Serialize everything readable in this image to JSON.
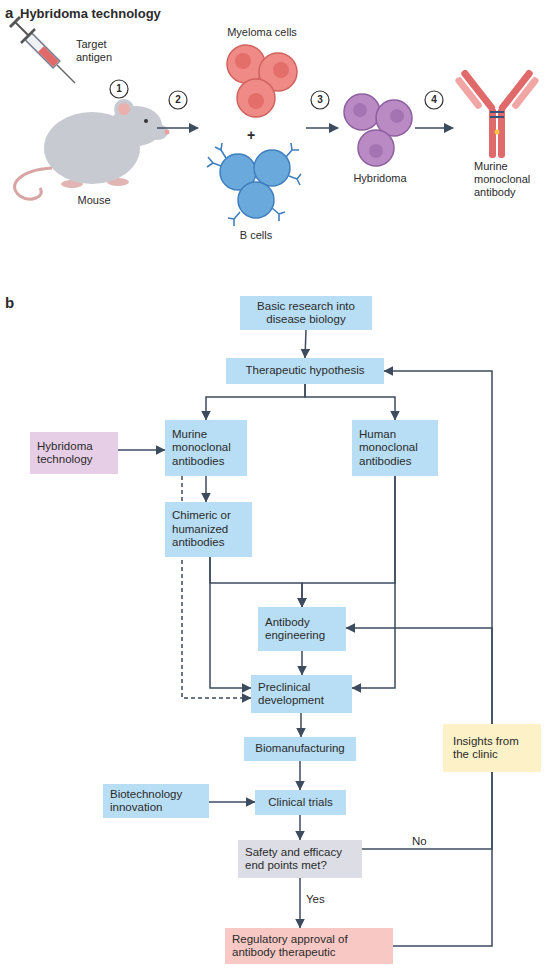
{
  "diagram": {
    "title": "Hybridoma technology",
    "nodes": [
      {
        "text": [
          "Basic research into disease biology"
        ]
      },
      {
        "text": [
          "Therapeutic hypothesis"
        ]
      },
      {
        "text": [
          "Hybridoma technology"
        ]
      },
      {
        "text": [
          "Murine monoclonal antibodies"
        ]
      },
      {
        "text": [
          "Human monoclonal antibodies"
        ]
      },
      {
        "text": [
          "Chimeric or humanized antibodies"
        ]
      },
      {
        "text": [
          "Antibody engineering"
        ]
      },
      {
        "text": [
          "Preclinical development"
        ]
      },
      {
        "text": [
          "Biomanufacturing"
        ]
      },
      {
        "text": [
          "Biotechnology innovation"
        ]
      },
      {
        "text": [
          "Clinical trials"
        ]
      },
      {
        "text": [
          "Safety and efficacy end points met?"
        ]
      },
      {
        "text": [
          "Regulatory approval of antibody therapeutic"
        ]
      },
      {
        "text": [
          "Insights from the clinic"
        ]
      }
    ],
    "edges": [
      {
        "from": 0,
        "to": 1,
        "arrow": "to"
      },
      {
        "from": 1,
        "to": 3,
        "arrow": "to"
      },
      {
        "from": 1,
        "to": 4,
        "arrow": "to"
      },
      {
        "from": 2,
        "to": 3,
        "arrow": "to"
      },
      {
        "from": 3,
        "to": 5,
        "arrow": "to"
      },
      {
        "from": 3,
        "to": 7,
        "arrow": "to"
      },
      {
        "from": 5,
        "to": 6,
        "arrow": "to"
      },
      {
        "from": 4,
        "to": 6,
        "arrow": "to"
      },
      {
        "from": 5,
        "to": 7,
        "arrow": "to"
      },
      {
        "from": 4,
        "to": 7,
        "arrow": "to"
      },
      {
        "from": 6,
        "to": 7,
        "arrow": "to"
      },
      {
        "from": 7,
        "to": 8,
        "arrow": "to"
      },
      {
        "from": 8,
        "to": 10,
        "arrow": "to"
      },
      {
        "from": 9,
        "to": 10,
        "arrow": "to"
      },
      {
        "from": 10,
        "to": 11,
        "arrow": "to"
      },
      {
        "from": 11,
        "to": 12,
        "label": "Yes",
        "arrow": "to"
      },
      {
        "from": 11,
        "to": 13,
        "label": "No",
        "arrow": "none"
      },
      {
        "from": 12,
        "to": 13,
        "arrow": "none"
      },
      {
        "from": 13,
        "to": 6,
        "arrow": "to"
      },
      {
        "from": 13,
        "to": 1,
        "arrow": "to"
      }
    ],
    "labels": [
      "a",
      "Target antigen",
      "1",
      "Mouse",
      "2",
      "Myeloma cells",
      "+",
      "B cells",
      "3",
      "Hybridoma",
      "4",
      "Murine monoclonal antibody",
      "b"
    ]
  }
}
